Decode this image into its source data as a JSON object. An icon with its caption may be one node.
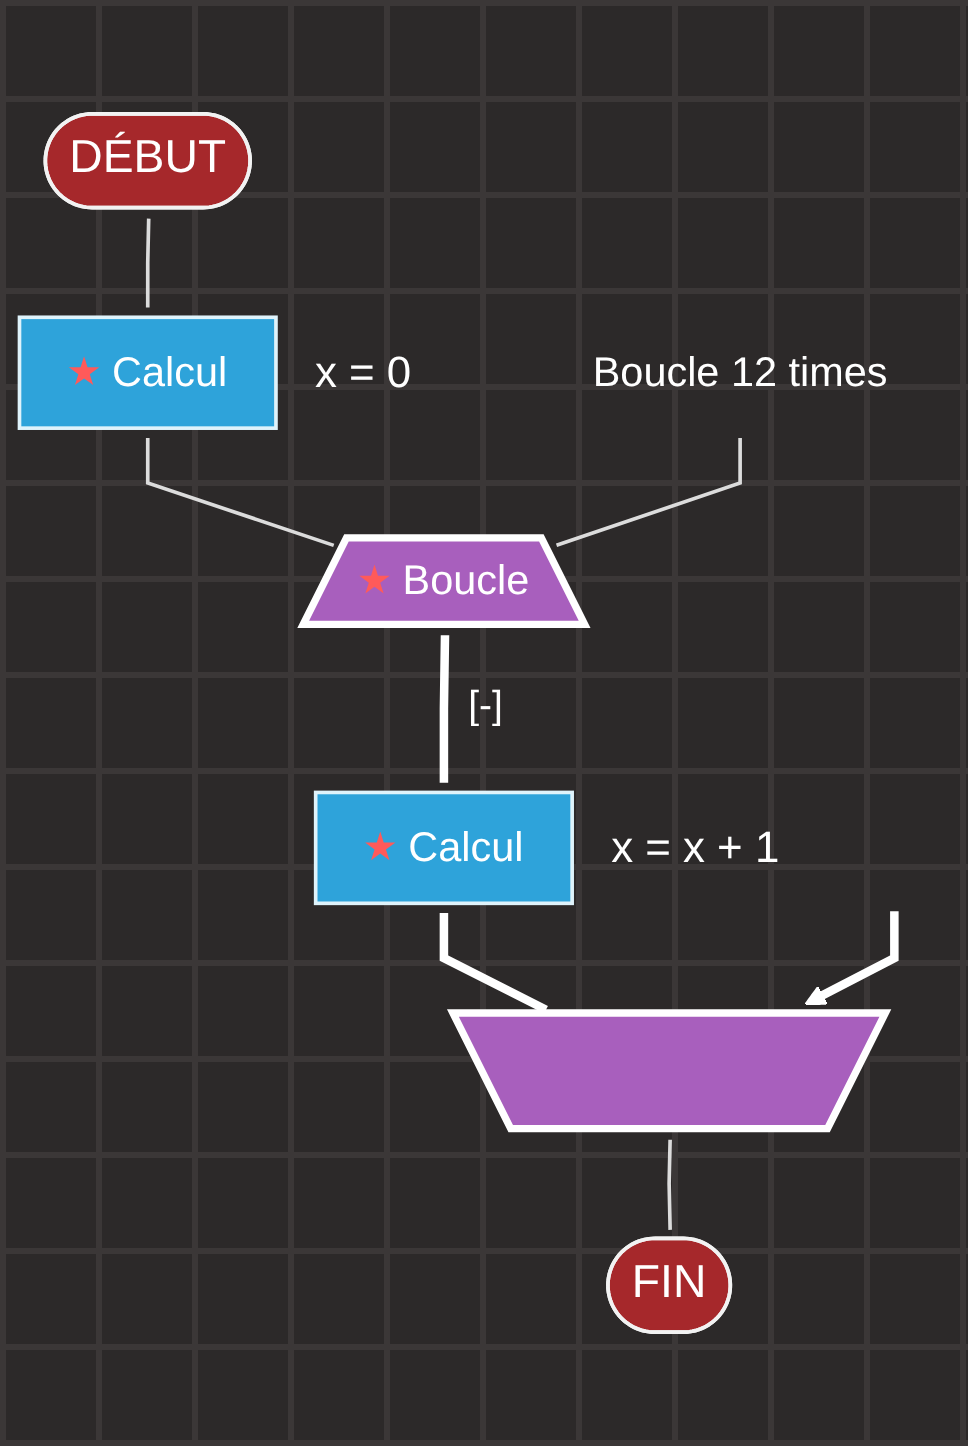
{
  "diagram": {
    "nodes": [
      {
        "text": [
          "DÉBUT"
        ]
      },
      {
        "text": [
          "Calcul"
        ],
        "beside": [
          "x = 0"
        ]
      },
      {
        "text": [
          "Boucle"
        ]
      },
      {
        "text": [
          "Boucle 12 times"
        ]
      },
      {
        "text": [
          "Calcul"
        ],
        "beside": [
          "x = x + 1"
        ]
      },
      {
        "text": [],
        "shape": "trapezoid"
      },
      {
        "text": [
          "FIN"
        ]
      }
    ],
    "edges": [
      {
        "from": 0,
        "to": 1,
        "arrow": "none"
      },
      {
        "from": 1,
        "to": 2,
        "arrow": "none"
      },
      {
        "from": 3,
        "to": 2,
        "arrow": "none"
      },
      {
        "from": 2,
        "to": 4,
        "arrow": "none",
        "label": "[-]",
        "style": "thick"
      },
      {
        "from": 4,
        "to": 5,
        "arrow": "none",
        "style": "thick"
      },
      {
        "from": 5,
        "to": 6,
        "arrow": "none"
      },
      {
        "from": null,
        "to": 5,
        "arrow": "to",
        "style": "thick"
      }
    ]
  }
}
